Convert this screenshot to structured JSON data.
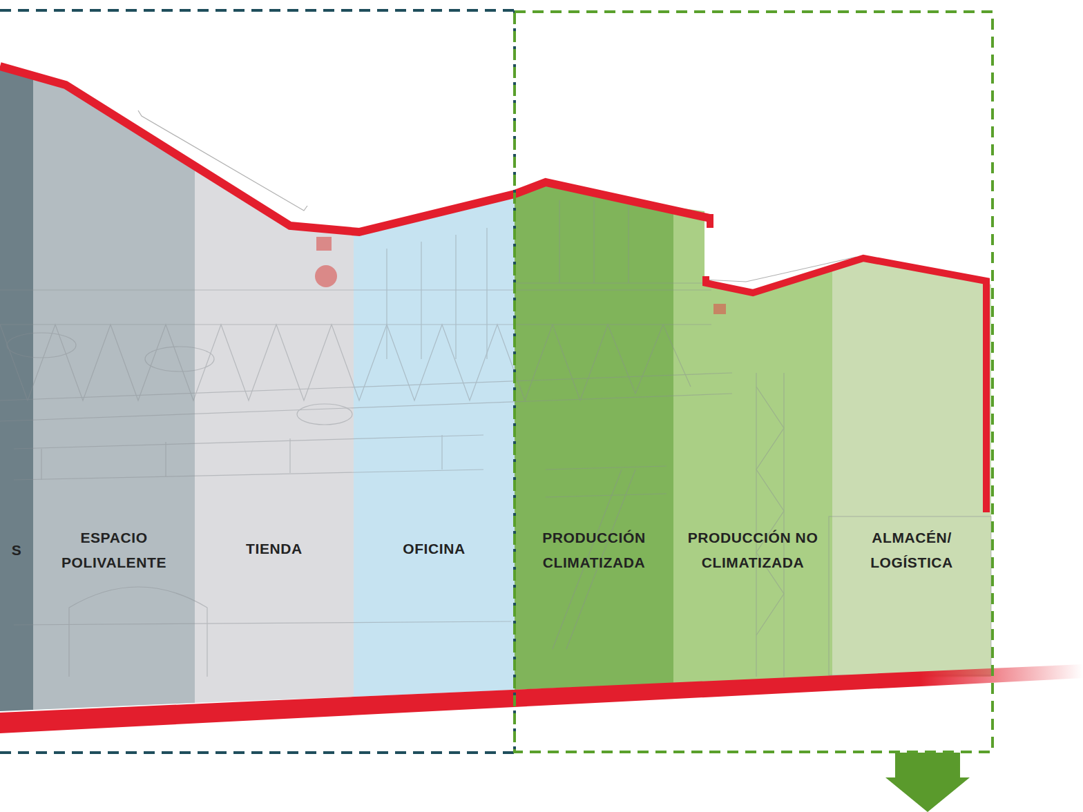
{
  "diagram": {
    "nodes": [
      {
        "text": [
          "S"
        ]
      },
      {
        "text": [
          "ESPACIO POLIVALENTE"
        ]
      },
      {
        "text": [
          "TIENDA"
        ]
      },
      {
        "text": [
          "OFICINA"
        ]
      },
      {
        "text": [
          "PRODUCCIÓN CLIMATIZADA"
        ]
      },
      {
        "text": [
          "PRODUCCIÓN NO CLIMATIZADA"
        ]
      },
      {
        "text": [
          "ALMACÉN/ LOGÍSTICA"
        ]
      }
    ]
  }
}
